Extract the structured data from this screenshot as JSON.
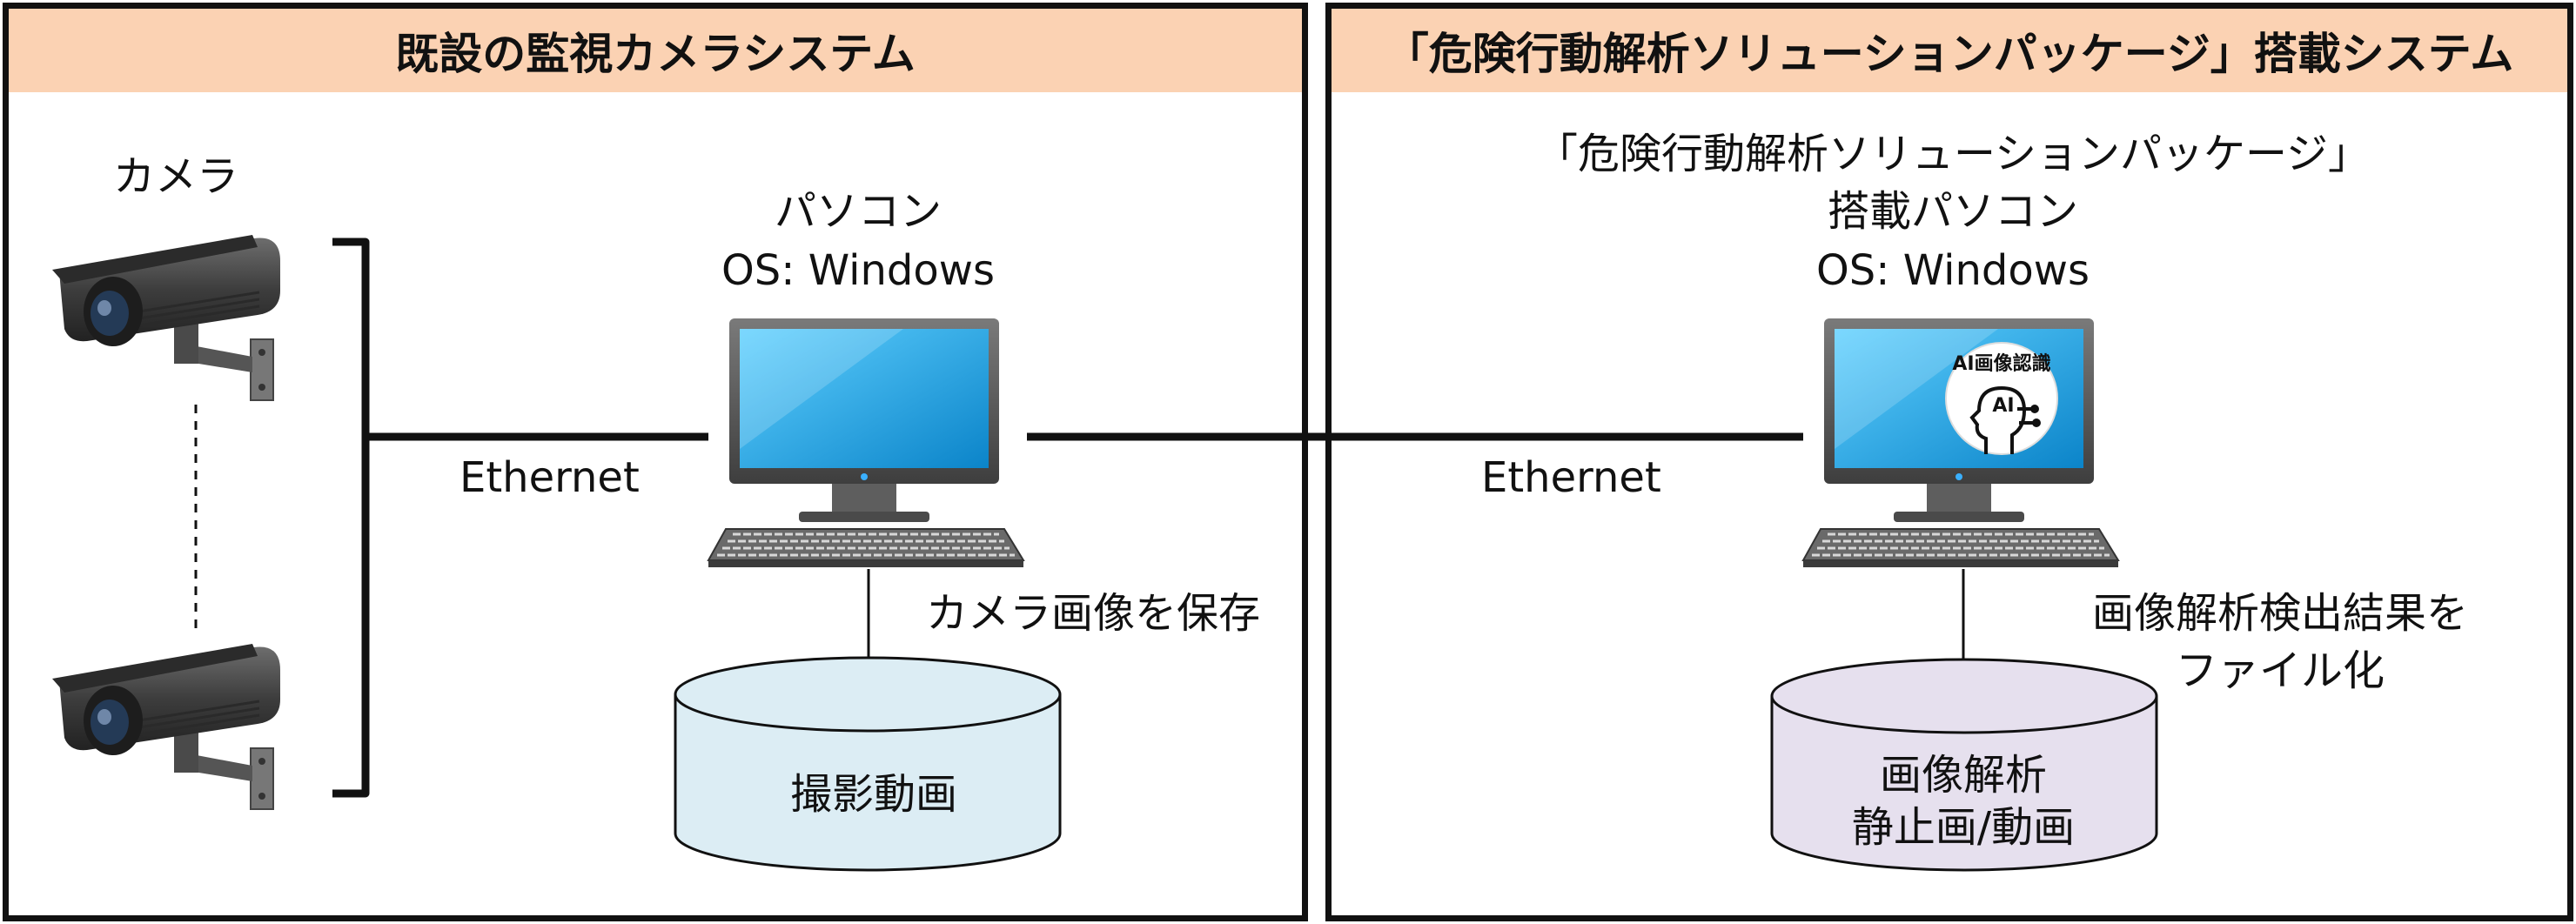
{
  "left_panel": {
    "title": "既設の監視カメラシステム",
    "camera_label": "カメラ",
    "pc_label": "パソコン",
    "pc_os": "OS: Windows",
    "ethernet_label": "Ethernet",
    "storage_note": "カメラ画像を保存",
    "db_label": "撮影動画"
  },
  "right_panel": {
    "title": "「危険行動解析ソリューションパッケージ」搭載システム",
    "pc_label_line1": "「危険行動解析ソリューションパッケージ」",
    "pc_label_line2": "搭載パソコン",
    "pc_os": "OS: Windows",
    "ethernet_label": "Ethernet",
    "ai_badge_text": "AI画像認識",
    "ai_badge_icon_text": "AI",
    "output_note_line1": "画像解析検出結果を",
    "output_note_line2": "ファイル化",
    "db_label_line1": "画像解析",
    "db_label_line2": "静止画/動画"
  },
  "colors": {
    "header_bg": "#fbd2b3",
    "border": "#111111",
    "left_db_fill": "#dcedf4",
    "right_db_fill": "#e6e0ee",
    "screen_blue": "#1da0e0",
    "camera_body": "#4a4a4a"
  },
  "icons": [
    "cctv-camera-icon",
    "desktop-computer-icon",
    "keyboard-icon",
    "database-cylinder-icon",
    "ai-head-icon"
  ]
}
